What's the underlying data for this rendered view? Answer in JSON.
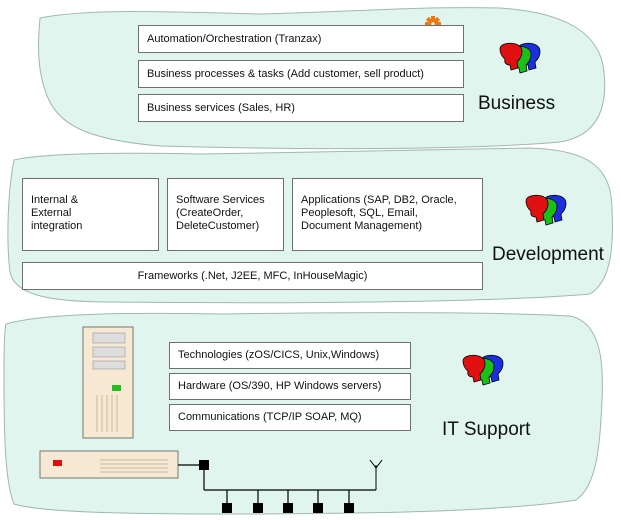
{
  "business": {
    "label": "Business",
    "boxes": [
      "Automation/Orchestration (Tranzax)",
      "Business processes & tasks (Add customer, sell product)",
      "Business services (Sales, HR)"
    ]
  },
  "development": {
    "label": "Development",
    "integration": [
      "Internal &",
      "External",
      "integration"
    ],
    "software_services": [
      "Software Services",
      "(CreateOrder,",
      "DeleteCustomer)"
    ],
    "applications": [
      "Applications (SAP, DB2, Oracle,",
      "Peoplesoft, SQL, Email,",
      "Document Management)"
    ],
    "frameworks": "Frameworks (.Net, J2EE, MFC, InHouseMagic)"
  },
  "it_support": {
    "label": "IT Support",
    "boxes": [
      "Technologies (zOS/CICS, Unix,Windows)",
      "Hardware (OS/390, HP Windows servers)",
      "Communications (TCP/IP SOAP, MQ)"
    ]
  },
  "colors": {
    "cloud_fill": "#dff5ee",
    "cloud_stroke": "#9fb8b0",
    "box_border": "#6f6f6f",
    "head_red": "#e01010",
    "head_green": "#18c018",
    "head_blue": "#1a30e0",
    "gear_orange": "#f07810",
    "tomato_red": "#e02020",
    "server_fill": "#f6e8d2",
    "led_green": "#20c020",
    "led_red": "#e01010"
  },
  "icons": [
    "people-heads-icon",
    "gear-icon",
    "tomato-icon",
    "server-tower-icon",
    "network-hub-icon",
    "antenna-icon"
  ]
}
